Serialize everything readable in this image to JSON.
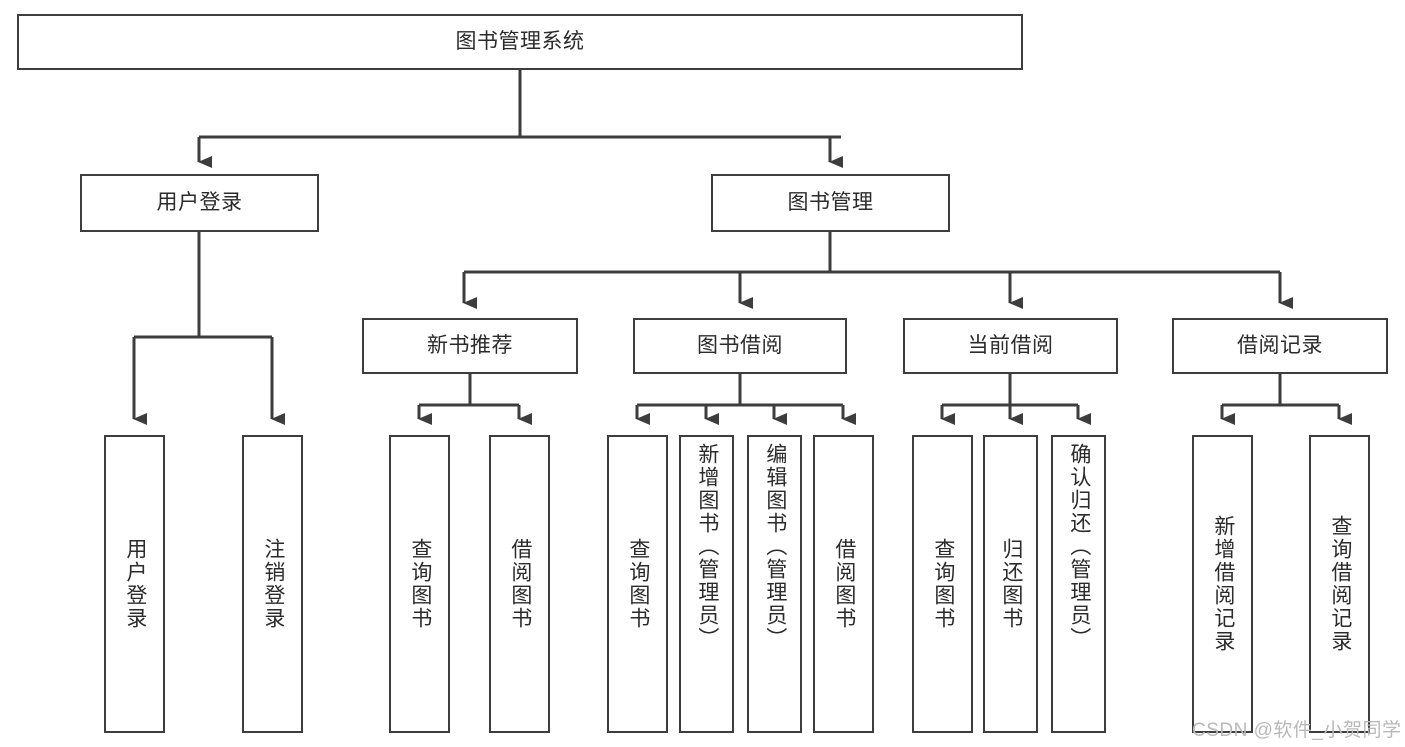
{
  "diagram": {
    "type": "tree",
    "title": "图书管理系统",
    "colors": {
      "border": "#3d3d3d",
      "fill": "#ffffff",
      "text": "#2b2b2b",
      "connector": "#3d3d3d",
      "watermark": "#b9b9b9"
    },
    "root": {
      "label": "图书管理系统"
    },
    "level2": [
      {
        "label": "用户登录"
      },
      {
        "label": "图书管理"
      }
    ],
    "level3": [
      {
        "label": "新书推荐"
      },
      {
        "label": "图书借阅"
      },
      {
        "label": "当前借阅"
      },
      {
        "label": "借阅记录"
      }
    ],
    "leaves": {
      "user_login": [
        {
          "label": "用户登录"
        },
        {
          "label": "注销登录"
        }
      ],
      "new_book_recommend": [
        {
          "label": "查询图书"
        },
        {
          "label": "借阅图书"
        }
      ],
      "book_borrow": [
        {
          "label": "查询图书"
        },
        {
          "label": "新增图书（管理员）"
        },
        {
          "label": "编辑图书（管理员）"
        },
        {
          "label": "借阅图书"
        }
      ],
      "current_borrow": [
        {
          "label": "查询图书"
        },
        {
          "label": "归还图书"
        },
        {
          "label": "确认归还（管理员）"
        }
      ],
      "borrow_record": [
        {
          "label": "新增借阅记录"
        },
        {
          "label": "查询借阅记录"
        }
      ]
    }
  },
  "watermark": {
    "text": "CSDN @软件_小贺同学"
  }
}
